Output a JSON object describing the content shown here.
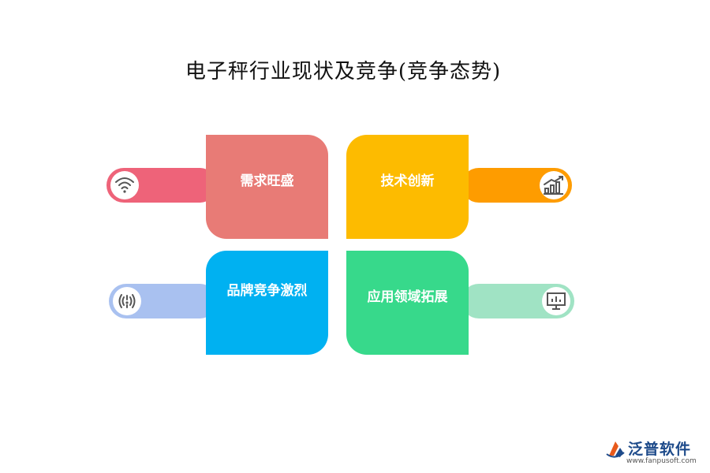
{
  "title": "电子秤行业现状及竞争(竞争态势)",
  "items": [
    {
      "label": "需求旺盛",
      "color": "#e87b76",
      "pill_color": "#ee6379",
      "icon": "wifi-icon"
    },
    {
      "label": "技术创新",
      "color": "#fdbb00",
      "pill_color": "#fe9c00",
      "icon": "bar-chart-growth-icon"
    },
    {
      "label": "品牌竞争激烈",
      "color": "#00b1f1",
      "pill_color": "#a9c1f0",
      "icon": "broadcast-signal-icon"
    },
    {
      "label": "应用领域拓展",
      "color": "#37d98b",
      "pill_color": "#a0e3c4",
      "icon": "monitor-chart-icon"
    }
  ],
  "logo": {
    "name": "泛普软件",
    "url": "www.fanpusoft.com"
  }
}
